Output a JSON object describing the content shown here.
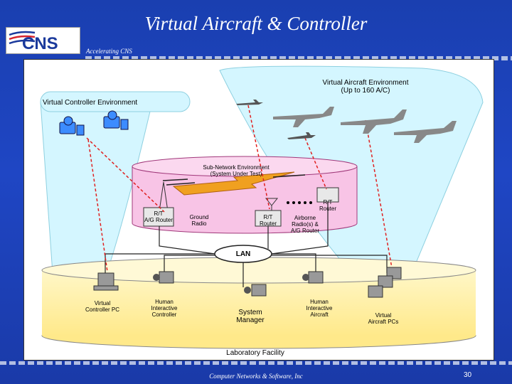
{
  "header": {
    "title": "Virtual Aircraft & Controller",
    "logo_text": "CNS",
    "tagline": "Accelerating CNS"
  },
  "diagram": {
    "virtual_aircraft_env": {
      "line1": "Virtual Aircraft Environment",
      "line2": "(Up to 160 A/C)"
    },
    "virtual_controller_env": "Virtual Controller Environment",
    "subnetwork": {
      "line1": "Sub-Network Environment",
      "line2": "(System Under Test)"
    },
    "ground_router": {
      "top": "R/T",
      "bottom": "A/G Router"
    },
    "ground_radio": {
      "line1": "Ground",
      "line2": "Radio"
    },
    "air_router": {
      "top": "R/T",
      "bottom": "Router"
    },
    "rt_router": {
      "line1": "R/T",
      "line2": "Router"
    },
    "airborne": {
      "line1": "Airborne",
      "line2": "Radio(s) &",
      "line3": "A/G Router"
    },
    "lan": "LAN",
    "virtual_controller_pc": {
      "line1": "Virtual",
      "line2": "Controller PC"
    },
    "human_controller": {
      "line1": "Human",
      "line2": "Interactive",
      "line3": "Controller"
    },
    "system_manager": {
      "line1": "System",
      "line2": "Manager"
    },
    "human_aircraft": {
      "line1": "Human",
      "line2": "Interactive",
      "line3": "Aircraft"
    },
    "virtual_aircraft_pcs": {
      "line1": "Virtual",
      "line2": "Aircraft PCs"
    },
    "lab": "Laboratory Facility"
  },
  "footer": {
    "company": "Computer Networks & Software, Inc",
    "page": "30"
  }
}
